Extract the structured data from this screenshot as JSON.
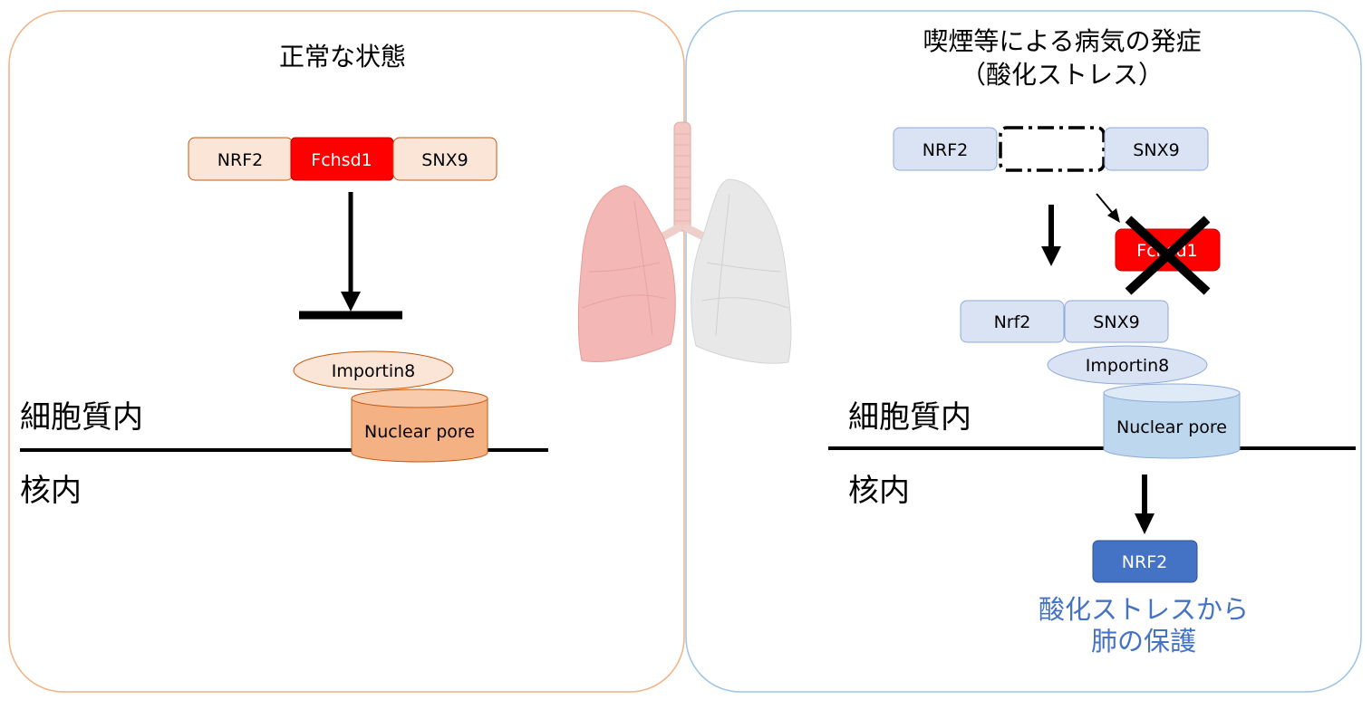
{
  "left_panel": {
    "title": "正常な状態",
    "complex": [
      "NRF2",
      "Fchsd1",
      "SNX9"
    ],
    "importin": "Importin8",
    "pore": "Nuclear pore",
    "cytoplasm": "細胞質内",
    "nucleus": "核内"
  },
  "right_panel": {
    "title_line1": "喫煙等による病気の発症",
    "title_line2": "（酸化ストレス）",
    "complex_left": "NRF2",
    "complex_right": "SNX9",
    "released": "Fchsd1",
    "pair": [
      "Nrf2",
      "SNX9"
    ],
    "importin": "Importin8",
    "pore": "Nuclear pore",
    "cytoplasm": "細胞質内",
    "nucleus": "核内",
    "nuclear_nrf2": "NRF2",
    "outcome_line1": "酸化ストレスから",
    "outcome_line2": "肺の保護"
  },
  "colors": {
    "left_border": "#f4b183",
    "right_border": "#9dc3e6",
    "peach_fill": "#fbe5d6",
    "peach_stroke": "#c55a11",
    "red_fill": "#ff0000",
    "pore_left": "#f4b183",
    "blue_fill": "#dae3f3",
    "blue_stroke": "#8faadc",
    "pore_right": "#bdd7ee",
    "nrf2_nucleus": "#4472c4",
    "outcome_text": "#4472c4"
  }
}
